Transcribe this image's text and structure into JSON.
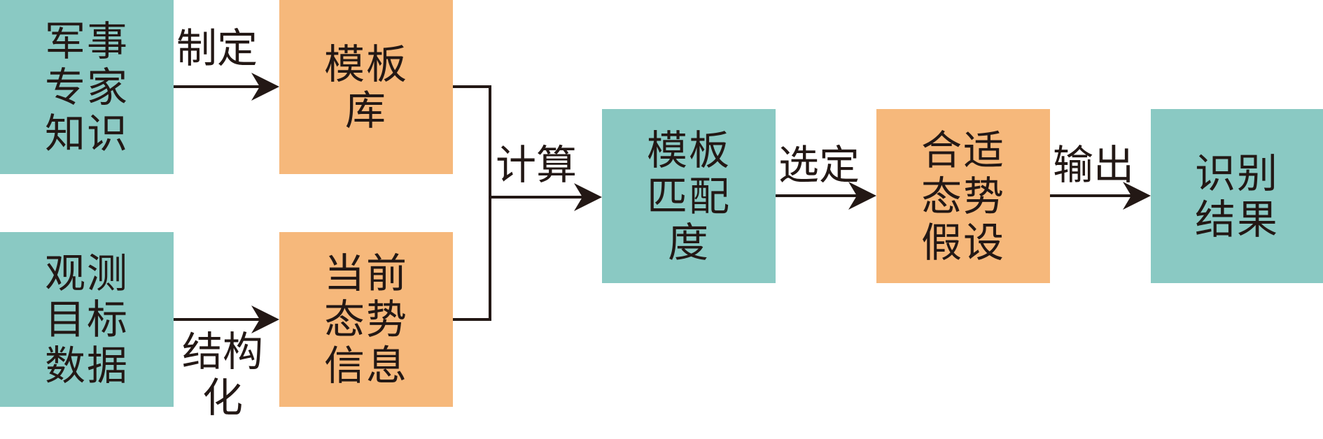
{
  "nodes": {
    "expert_knowledge": [
      "军事",
      "专家",
      "知识"
    ],
    "observed_data": [
      "观测",
      "目标",
      "数据"
    ],
    "template_library": [
      "模板",
      "库"
    ],
    "current_situation": [
      "当前",
      "态势",
      "信息"
    ],
    "template_match": [
      "模板",
      "匹配",
      "度"
    ],
    "hypothesis": [
      "合适",
      "态势",
      "假设"
    ],
    "result": [
      "识别",
      "结果"
    ]
  },
  "edges": {
    "formulate": "制定",
    "structure": [
      "结构",
      "化"
    ],
    "compute": "计算",
    "select": "选定",
    "output": "输出"
  },
  "colors": {
    "teal": "#8ac9c3",
    "orange": "#f6b87b",
    "line": "#231815"
  }
}
